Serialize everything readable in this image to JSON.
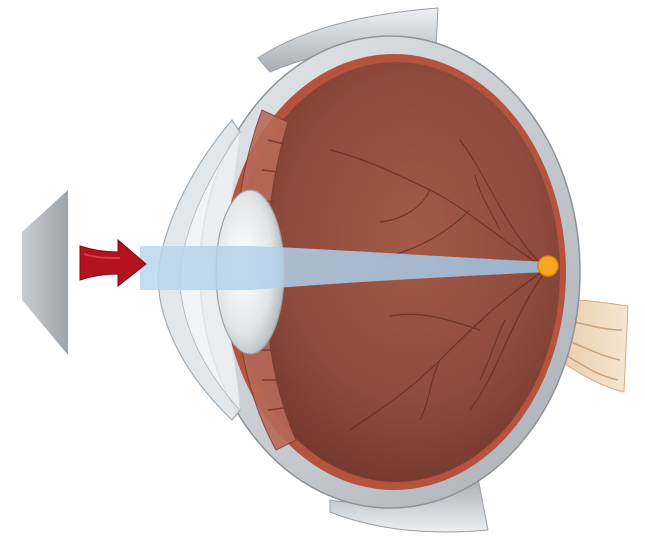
{
  "diagram": {
    "subject": "eye-cross-section",
    "parts": [
      "object-shape",
      "direction-arrow",
      "light-beam",
      "cornea",
      "lens",
      "ciliary-body",
      "sclera",
      "choroid",
      "retina",
      "blood-vessels",
      "focal-point",
      "optic-nerve",
      "eyelid-upper",
      "eyelid-lower"
    ],
    "colors": {
      "background": "#ffffff",
      "eyeball_interior": "#8e4a3c",
      "sclera": "#c9cdd2",
      "lens": "#e6e8ea",
      "light_beam": "#a9cbe6",
      "arrow": "#b3121e",
      "focal_point": "#f5a623",
      "optic_nerve": "#f1dcc0",
      "object": "#b8bcc0",
      "vessels": "#5e2a24"
    }
  }
}
